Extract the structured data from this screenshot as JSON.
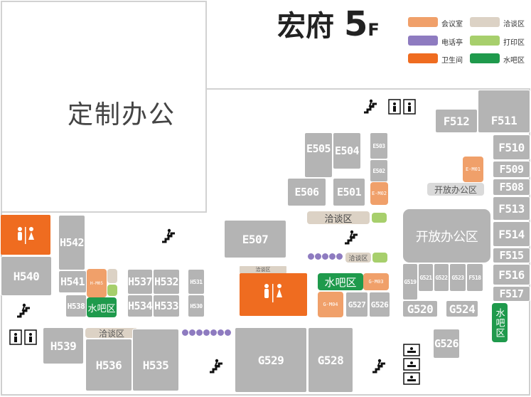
{
  "map": {
    "title": "宏府",
    "floor_num": "5",
    "floor_suffix": "F",
    "custom_office": "定制办公"
  },
  "colors": {
    "meeting": "#f0a06a",
    "negotiation": "#dcd2c5",
    "phone_booth": "#8e7bc0",
    "print": "#a7cf6c",
    "restroom": "#ef6c20",
    "water_bar": "#1f9a4c",
    "room": "#b4b4b4"
  },
  "legend": [
    {
      "label": "会议室",
      "color": "#f0a06a"
    },
    {
      "label": "洽谈区",
      "color": "#dcd2c5"
    },
    {
      "label": "电话亭",
      "color": "#8e7bc0"
    },
    {
      "label": "打印区",
      "color": "#a7cf6c"
    },
    {
      "label": "卫生间",
      "color": "#ef6c20"
    },
    {
      "label": "水吧区",
      "color": "#1f9a4c"
    }
  ],
  "rooms": {
    "F512": "F512",
    "F511": "F511",
    "F510": "F510",
    "F509": "F509",
    "F508": "F508",
    "F513": "F513",
    "F514": "F514",
    "F515": "F515",
    "F516": "F516",
    "F517": "F517",
    "E505": "E505",
    "E504": "E504",
    "E503": "E503",
    "E502": "E502",
    "E506": "E506",
    "E501": "E501",
    "E507": "E507",
    "H542": "H542",
    "H540": "H540",
    "H541": "H541",
    "H538": "H538",
    "H537": "H537",
    "H532": "H532",
    "H531": "H531",
    "H534": "H534",
    "H533": "H533",
    "H530": "H530",
    "H539": "H539",
    "H536": "H536",
    "H535": "H535",
    "G519": "G519",
    "G521": "G521",
    "G522": "G522",
    "G523": "G523",
    "F518": "F518",
    "G520": "G520",
    "G524": "G524",
    "G527": "G527",
    "G526a": "G526",
    "G526b": "G526",
    "G529": "G529",
    "G528": "G528"
  },
  "meeting_rooms": {
    "EM01": "E-M01",
    "EM02": "E-M02",
    "HM05": "H-M05",
    "GM03": "G-M03",
    "GM04": "G-M04"
  },
  "areas": {
    "open_office_1": "开放办公区",
    "open_office_2": "开放办公区",
    "negotiation_1": "洽谈区",
    "negotiation_2": "洽谈区",
    "negotiation_3": "洽谈区",
    "negotiation_4": "洽谈区",
    "water_bar_1": "水吧区",
    "water_bar_2": "水吧区",
    "water_bar_3": "水吧区"
  }
}
